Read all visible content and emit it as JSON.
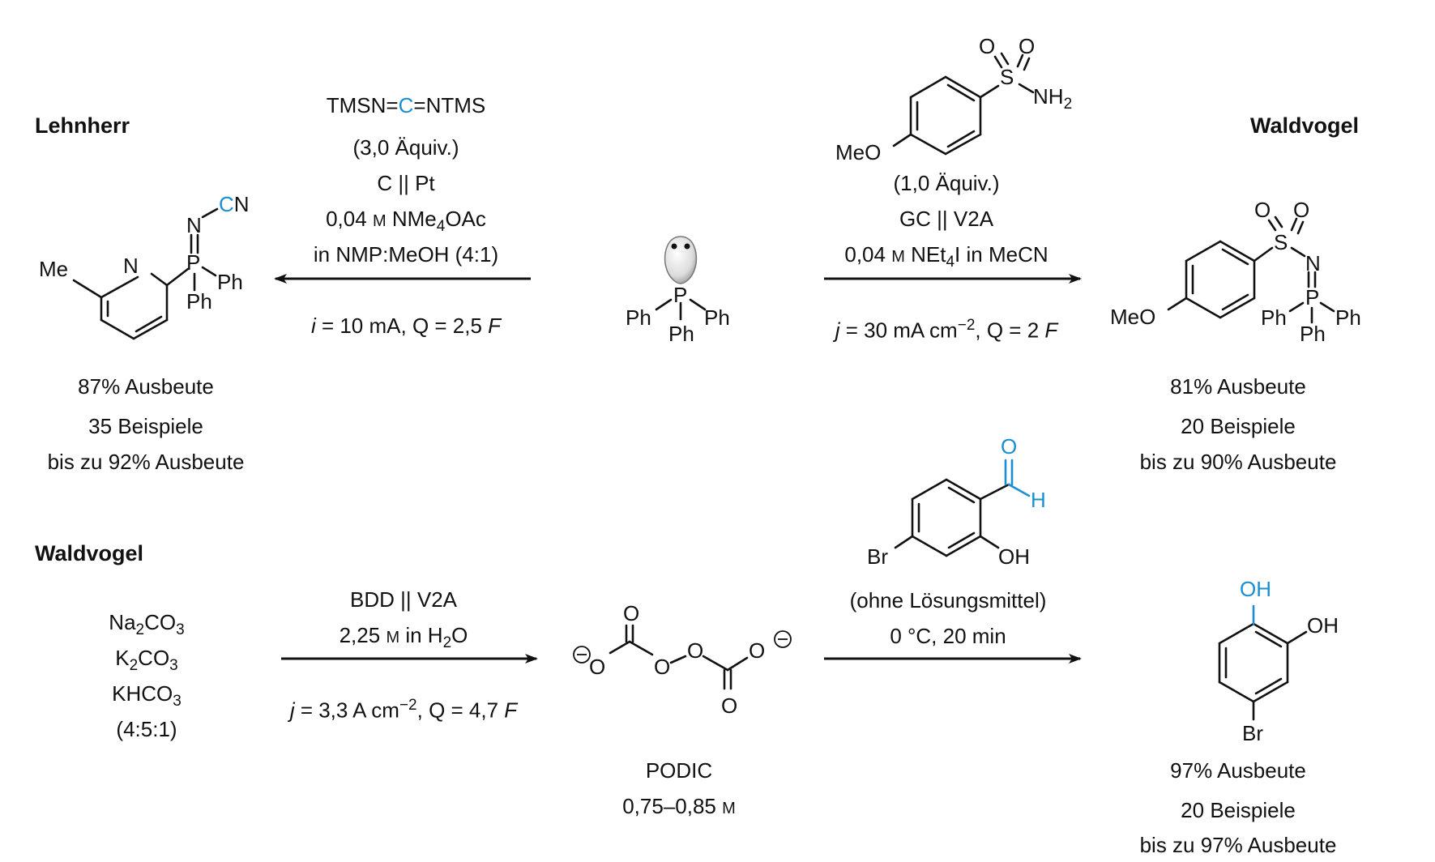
{
  "author_top_left": "Lehnherr",
  "author_top_right": "Waldvogel",
  "author_bottom_left": "Waldvogel",
  "rxn1": {
    "reagent_left": "TMSN",
    "reagent_center": "C",
    "reagent_right": "NTMS",
    "equiv": "(3,0 Äquiv.)",
    "electrodes": "C || Pt",
    "electrolyte_conc": "0,04",
    "electrolyte_unit": "M",
    "electrolyte_a": "NMe",
    "electrolyte_sub": "4",
    "electrolyte_b": "OAc",
    "solvent": "in NMP:MeOH (4:1)",
    "current_var": "i",
    "current_rest": " = 10 mA, Q = 2,5 ",
    "charge_unit": "F",
    "yield": "87% Ausbeute",
    "examples": "35 Beispiele",
    "max_yield": "bis zu 92% Ausbeute"
  },
  "rxn2": {
    "equiv": "(1,0 Äquiv.)",
    "electrodes": "GC || V2A",
    "electrolyte_conc": "0,04",
    "electrolyte_unit": "M",
    "electrolyte_a": "NEt",
    "electrolyte_sub": "4",
    "electrolyte_b": "I in MeCN",
    "current_var": "j",
    "current_rest": " = 30 mA cm",
    "current_sup": "−2",
    "current_tail": ", Q = 2 ",
    "charge_unit": "F",
    "yield": "81% Ausbeute",
    "examples": "20 Beispiele",
    "max_yield": "bis zu 90% Ausbeute"
  },
  "rxn3": {
    "salts": [
      {
        "a": "Na",
        "s1": "2",
        "b": "CO",
        "s2": "3"
      },
      {
        "a": "K",
        "s1": "2",
        "b": "CO",
        "s2": "3"
      },
      {
        "a": "KHCO",
        "s1": "3",
        "b": "",
        "s2": ""
      }
    ],
    "ratio": "(4:5:1)",
    "electrodes": "BDD || V2A",
    "conc": "2,25",
    "conc_unit": "M",
    "solvent_a": "in H",
    "solvent_sub": "2",
    "solvent_b": "O",
    "current_var": "j",
    "current_rest": " = 3,3 A cm",
    "current_sup": "−2",
    "current_tail": ", Q = 4,7 ",
    "charge_unit": "F",
    "product_name": "PODIC",
    "product_conc": "0,75–0,85",
    "product_conc_unit": "M"
  },
  "rxn4": {
    "condition_1": "(ohne Lösungsmittel)",
    "condition_2": "0 °C, 20 min",
    "yield": "97% Ausbeute",
    "examples": "20 Beispiele",
    "max_yield": "bis zu 97% Ausbeute"
  },
  "atoms": {
    "me": "Me",
    "n": "N",
    "p": "P",
    "ph": "Ph",
    "c": "C",
    "o": "O",
    "s": "S",
    "nh": "NH",
    "h2": "2",
    "meo": "MeO",
    "br": "Br",
    "oh": "OH",
    "h": "H",
    "minus": "−"
  },
  "colors": {
    "highlight": "#1a8ed0",
    "ink": "#111111",
    "lone_pair_fill": "#e8e8e8"
  }
}
